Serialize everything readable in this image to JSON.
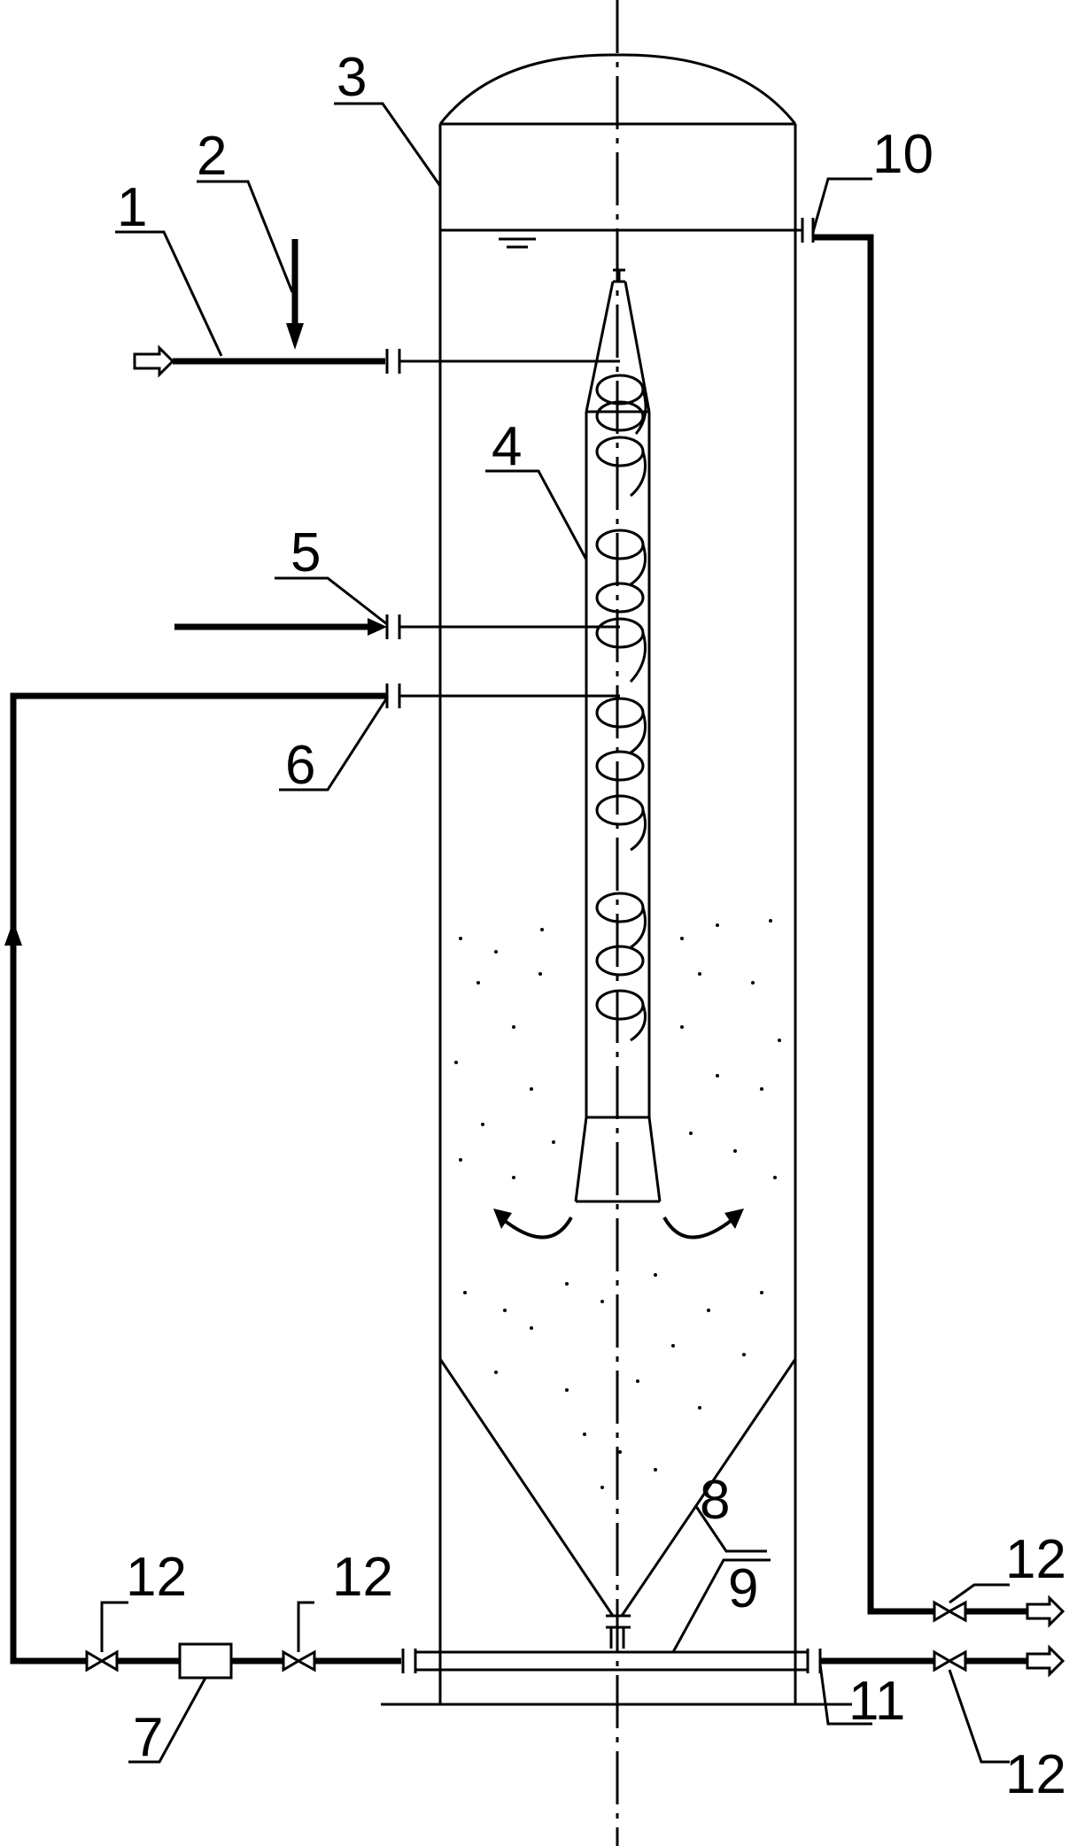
{
  "labels": {
    "l1": "1",
    "l2": "2",
    "l3": "3",
    "l4": "4",
    "l5": "5",
    "l6": "6",
    "l7": "7",
    "l8": "8",
    "l9": "9",
    "l10": "10",
    "l11": "11",
    "l12a": "12",
    "l12b": "12",
    "l12c": "12",
    "l12d": "12"
  }
}
